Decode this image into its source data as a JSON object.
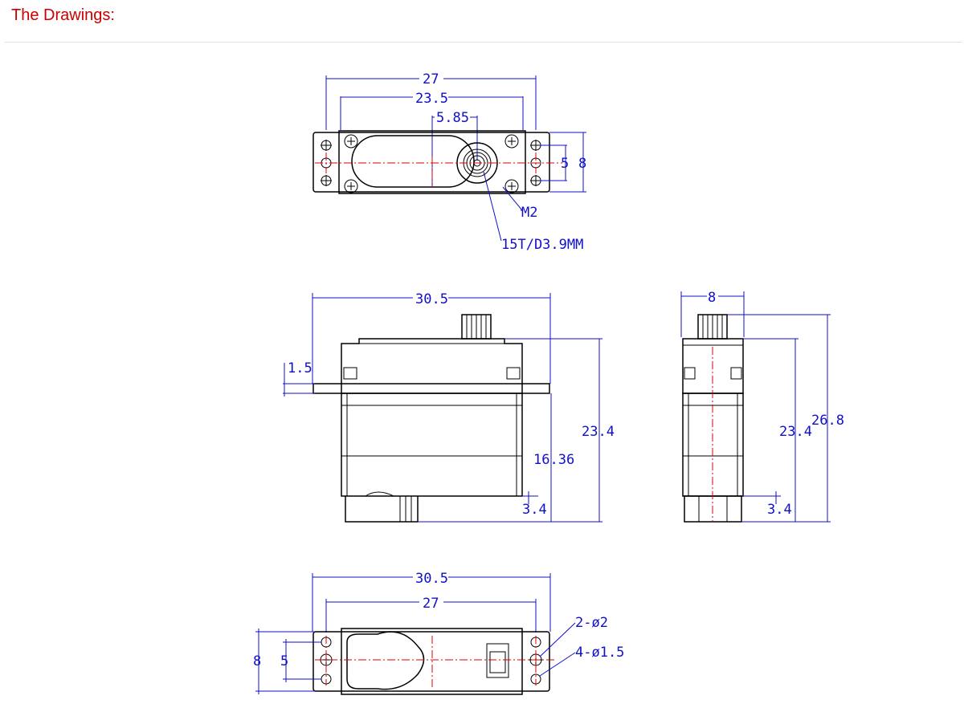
{
  "page": {
    "heading": "The Drawings:"
  },
  "top_view": {
    "dim_overall_width": "27",
    "dim_hole_spacing": "23.5",
    "dim_shaft_offset": "5.85",
    "dim_hole_pitch": "5",
    "dim_depth": "8",
    "label_screw": "M2",
    "label_spline": "15T/D3.9MM"
  },
  "front_view": {
    "dim_length": "30.5",
    "dim_flange_thickness": "1.5",
    "dim_height_to_flange": "16.36",
    "dim_body_height": "23.4",
    "dim_bottom": "3.4"
  },
  "side_view": {
    "dim_width": "8",
    "dim_body_height": "23.4",
    "dim_total_height": "26.8",
    "dim_bottom": "3.4"
  },
  "bottom_view": {
    "dim_length": "30.5",
    "dim_hole_spacing": "27",
    "dim_depth": "8",
    "dim_hole_pitch": "5",
    "label_holes_large": "2-ø2",
    "label_holes_small": "4-ø1.5"
  }
}
